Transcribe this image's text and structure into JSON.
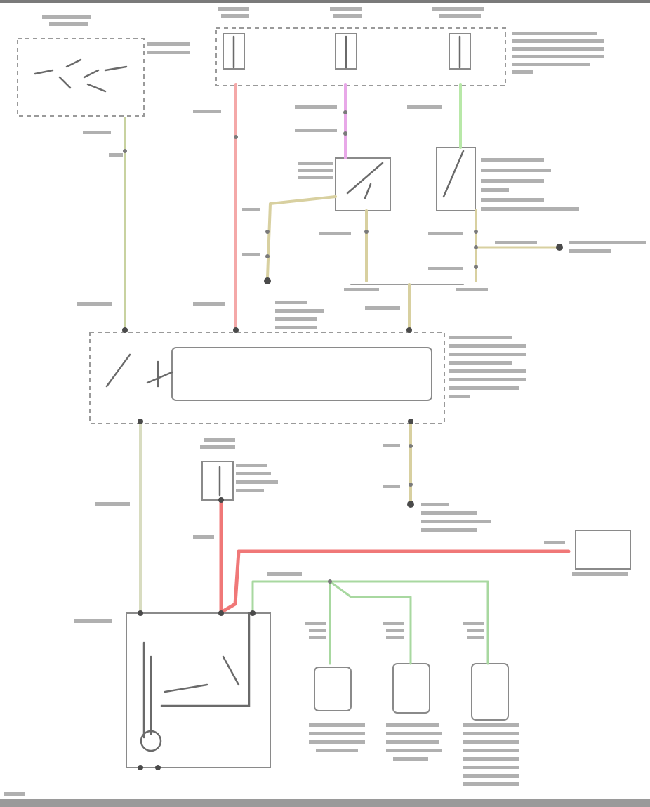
{
  "diagram": {
    "colors": {
      "black_tan": "#c8d2a0",
      "red_yellow": "#f4a8a8",
      "pink": "#e8a8e8",
      "green": "#b8e8a8",
      "tan": "#d8d0a0",
      "red": "#f07878",
      "green_white": "#a8d8a0",
      "gray": "#9a9a9a"
    },
    "icons": [
      "ground-symbol",
      "fuse-symbol",
      "switch-symbol",
      "relay-coil-symbol",
      "motor-symbol",
      "solenoid-symbol"
    ]
  }
}
